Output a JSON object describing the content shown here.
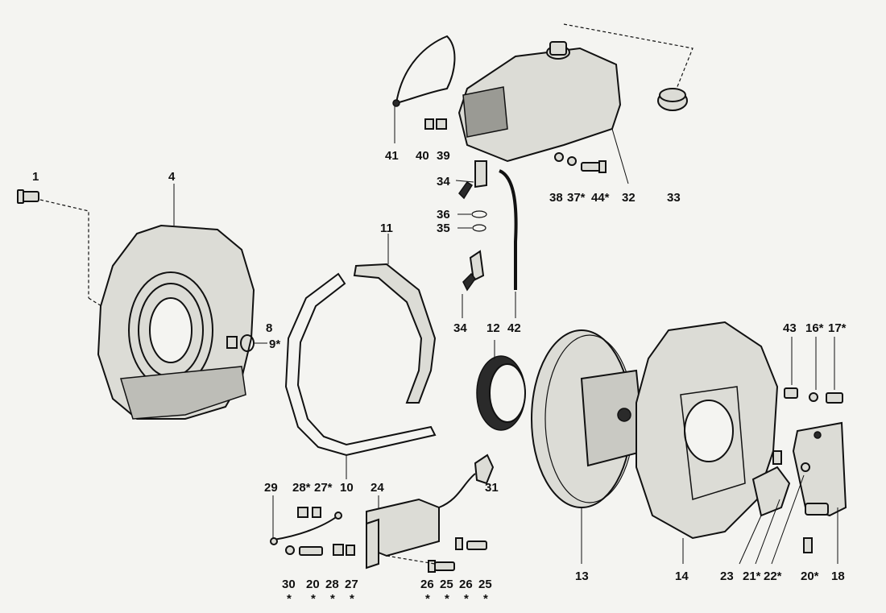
{
  "labels": {
    "l1": "1",
    "l4": "4",
    "l8": "8",
    "l9": "9*",
    "l11": "11",
    "l10": "10",
    "l12": "12",
    "l13": "13",
    "l14": "14",
    "l18": "18",
    "l16": "16*",
    "l17": "17*",
    "l43": "43",
    "l23": "23",
    "l21": "21*",
    "l22": "22*",
    "l20b": "20*",
    "l24": "24",
    "l25a": "25",
    "l26a": "26",
    "l25b": "25",
    "l26b": "26",
    "l29": "29",
    "l28a": "28*",
    "l27a": "27*",
    "l30": "30",
    "l20a": "20",
    "l28b": "28",
    "l27b": "27",
    "l31": "31",
    "l32": "32",
    "l33": "33",
    "l34a": "34",
    "l34b": "34",
    "l35": "35",
    "l36": "36",
    "l37": "37*",
    "l38": "38",
    "l44": "44*",
    "l39": "39",
    "l40": "40",
    "l41": "41",
    "l42": "42"
  },
  "footnote_marks": {
    "s30": "*",
    "s20": "*",
    "s28": "*",
    "s27": "*",
    "s26a": "*",
    "s25a": "*",
    "s26b": "*",
    "s25b": "*"
  }
}
